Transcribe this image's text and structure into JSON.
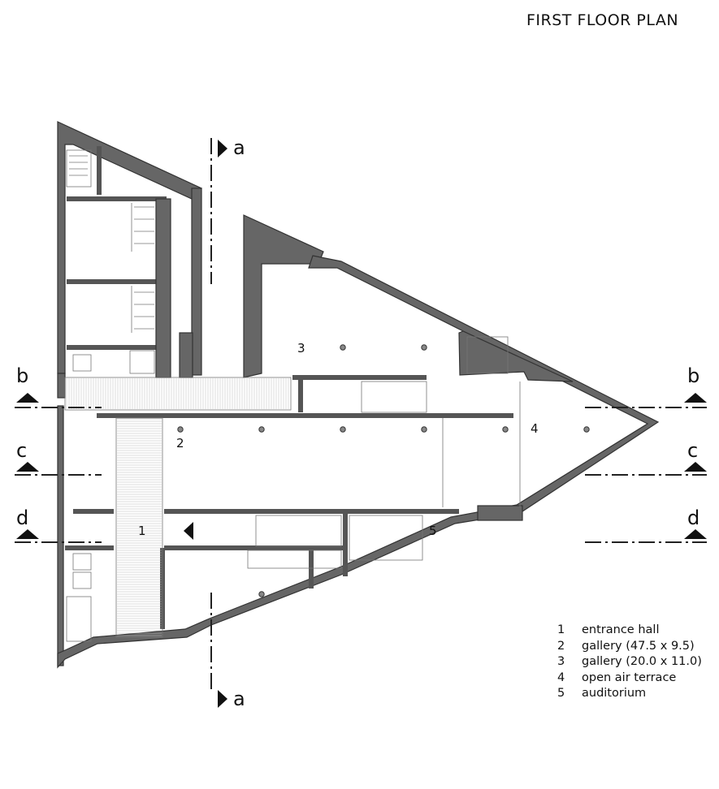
{
  "title": "FIRST FLOOR PLAN",
  "rooms": [
    {
      "num": "1",
      "name": "entrance hall"
    },
    {
      "num": "2",
      "name": "gallery (47.5 x 9.5)"
    },
    {
      "num": "3",
      "name": "gallery (20.0 x 11.0)"
    },
    {
      "num": "4",
      "name": "open air terrace"
    },
    {
      "num": "5",
      "name": "auditorium"
    }
  ],
  "section_marks": {
    "a": "a",
    "b": "b",
    "c": "c",
    "d": "d"
  },
  "colors": {
    "wall": "#666666",
    "line": "#333333",
    "background": "#ffffff"
  }
}
